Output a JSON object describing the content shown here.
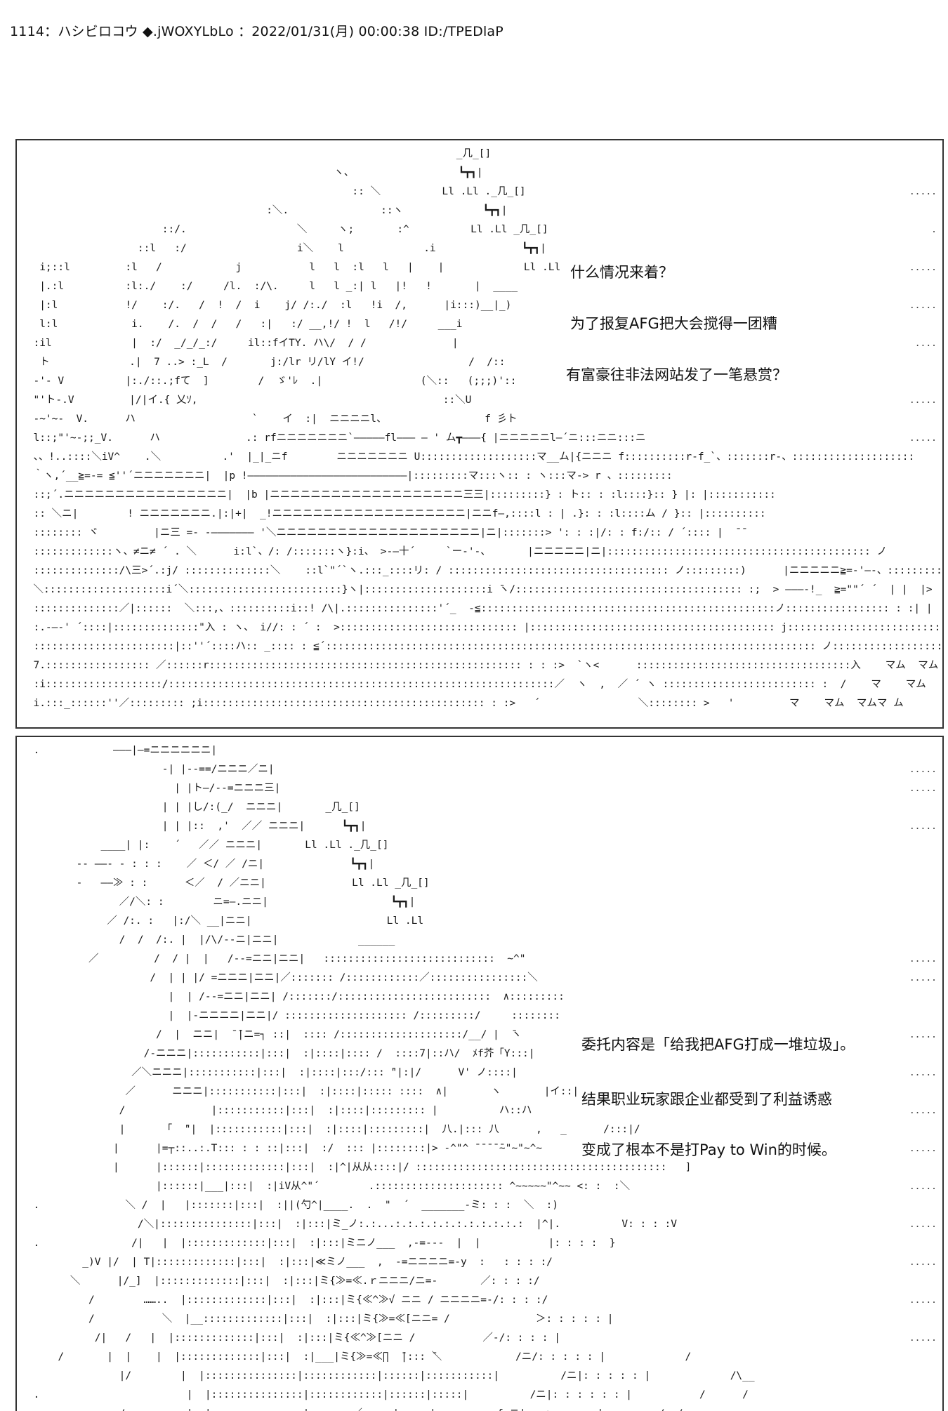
{
  "post": {
    "header": "1114：ハシビロコウ ◆.jWOXYLbLo ：2022/01/31(月) 00:00:38 ID:/TPEDlaP"
  },
  "panel1": {
    "dialogue": [
      "什么情况来着？",
      "为了报复AFG把大会搅得一团糟",
      "有富豪往非法网站发了一笔悬赏？"
    ],
    "ascii_art": "                                                                       _几_[]\n                                                   ヽ、                 ┗┳┓|\n                                                      :: ＼          Ll .Ll ._几_[]\n                                        :＼.               ::ヽ             ┗┳┓|\n                       ::/.                  ＼     ヽ;       :^          Ll .Ll _几_[]\n                   ::l   :/                  i＼    l             .i              ┗┳┓|\n   i;::l         :l   /            j           l   l  :l   l   |    |             Ll .Ll\n   |.:l          :l:./    :/     /l.  :/\\.     l   l _:| l   |!   !       |  ____\n   |:l           !/    :/.   /  !  /  i    j/ /:./  :l   !i  /,      |i:::)__|_)\n   l:l            i.    /.  /  /   /   :|   :/ __,!/ !  l   /!/     ___i\n  :il             |  :/  _/_/_:/     il::fイTY. ハ\\/  / /              |\n   ト             .|  7 ..> :_L  /       j:/lr リ/lY イ!/                 /  /::\n  -'- V          |:./::.;fて  ]        /  ゞ'ﾚ  .|                (＼::   (;;;)'::\n  \"'ト-.V         |/|イ.{ 乂ｿ,                                        ::＼U\n  -~'~-  V.      ハ                   `    イ  :|  ニニニニl、                f 彡ト\n  l::;\"'~-;;_V.      ハ              .: rfニニニニニニニ`―――――fl――― ― ' ム┳―――{ |ニニニニニl―´ニ:::ニニ:::ニ\n  、、!..::::＼iV^    .＼          .'  |_|_ニf        ニニニニニニニ U:::::::::::::::::::マ__ム|{ニニニ f::::::::::r-f_`、:::::::r-、::::::::::::::::::::\n  ｀ヽ,´__≧=-= ≦''´ニニニニニニニ|  |p !――――――――――――――――――――――――――|:::::::::マ:::ヽ:: : ヽ:::マ-> r 、:::::::::\n  ::;´.ニニニニニニニニニニニニニニニニ|  |b |ニニニニニニニニニニニニニニニニニニニ三三|:::::::::} : ト:: : :l::::}:: } |: |:::::::::::\n  :: ＼ニ|        ! ニニニニニニニ.|:|+|  _!ニニニニニニニニニニニニニニニニニニニ|ニニf―,::::l : | .}: : :l::::ム / }:: |::::::::::\n  :::::::: ヾ         |ニ三 =- -――――――― '＼ニニニニニニニニニニニニニニニニニニニニ|ニ|:::::::> ': : :|/: : f:/:: / ´:::: |  ̄ ̄\n  :::::::::::::ヽ、≠ニ≠ ´ . ＼      i:l`、/: /:::::::ヽ}:i、 >-―十´     `ー-'-、      |ニニニニニ|ニ|::::::::::::::::::::::::::::::::::::::::::: ノ\n  ::::::::::::::/\\三>´.:j/ ::::::::::::::＼    ::l`\"´`ヽ.:::_::::リ: / :::::::::::::::::::::::::::::::::::: ノ:::::::::)      |ニニニニニ≧=-'―-、:::::::::::::::::::::::: ″ ´\n  ＼::::::::::::::::::::i´＼:::::::::::::::::::::::::}ヽ|::::::::::::::::::::i ̄ヽ/::::::::::::::::::::::::::::::::::::: :;  > ―――-!_  ≧=\"\"´ ´  | |  |>   ´\n  ::::::::::::::／|::::::  ＼:::,、::::::::::i::! /\\|.:::::::::::::::'´_  -≦::::::::::::::::::::::::::::::::::::::::::::::::ノ::::::::::::::::: : :| |  |  |  |  |  |  |\n  :.-―-' ´::::|::::::::::::::\"入 : ヽ、 i//: : ´ :  >::::::::::::::::::::::::::::: |:::::::::::::::::::::::::::::::::::::::: j:::::::::::::::::::::::::::::::::: |  |  |  |  |  |  |  |\n  :::::::::::::::::::::::|::''´::::ハ:: _:::: : ≦´:::::::::::::::::::::::::::::::::::::::::::::::::::::::::::::::::::::::::::::::: ノ:::::::::::::::::::::::::::: |  |  |  |  |  |  |  ム\n  7.::::::::::::::::: ／::::::r::::::::::::::::::::::::::::::::::::::::::::::::::: : : :>  `ヽ<      :::::::::::::::::::::::::::::::::::入    マム  マム  マ.ム\n  :i:::::::::::::::::::/:::::::::::::::::::::::::::::::::::::::::::::::::::::::::::::::／  ヽ  ,  ／ ´ ヽ ::::::::::::::::::::::::: :  /    マ    マム   マム マ .ム\n  i.:::_::::::''／::::::::: ;i:::::::::::::::::::::::::::::::::::::::::::::: : :>   ´                ＼:::::::: >   '         マ    マム  マムマ ム",
    "dots_right": "\n\n.....\n\n.\n\n.....\n\n.....\n\n....\n\n\n.....\n\n.....\n\n\n\n\n\n\n\n\n\n\n"
  },
  "panel2": {
    "dialogue": [
      "委托内容是「给我把AFG打成一堆垃圾」。",
      "结果职业玩家跟企业都受到了利益诱惑",
      "变成了根本不是打Pay to Win的时候。"
    ],
    "ascii_art": "  .            ―――|―=ニニニニニニ|\n                       -| |--==/ニニニ／ニ|\n                         | |ト―/--=ニニニ三|\n                       | | |し/:(_/  ニニニ|       _几_[]\n                       | | |::  ,'  ／／ ニニニ|      ┗┳┓|\n             ____| |:    ´   ／／ ニニニ|       Ll .Ll ._几_[]\n         -- ――- - : : :    ／ ＜/ ／ /ニ|              ┗┳┓|\n         -   ――≫ : :      ＜／  / ／ニニ|              Ll .Ll _几_[]\n                ／/＼: :        ニ=―.ニニ|                    ┗┳┓|\n              ／ /:. :   |:/＼ __|ニニ|                      Ll .Ll\n                /  /  /:. |  |/\\/--ニ|ニニ|             ______\n           ／         /  / |  |   /--=ニニ|ニニ|   ::::::::::::::::::::::::::::  ~^\"\n                     /  | | |/ =ニニニ|ニニ|／::::::: /::::::::::::／::::::::::::::::＼\n                        |  | /--=ニニ|ニニ| /:::::::/:::::::::::::::::::::::::  ∧:::::::::\n                        |  |-ニニニニ|ニニ|/ :::::::::::::::::::: /:::::::::/     ::::::::\n                      /  |  ニニ|  ̄ ̄|ニ=┐ ::|  :::: /::::::::::::::::::::/__/ |  ̄ヽ\n                    /-ニニニ|:::::::::::|:::|  :|::::|:::: /  ::::7|::ハ/  ﾒf芥「Y:::|\n                  ／＼ニニニ|:::::::::::|:::|  :|::::|:::/::: ̄\"|:|/      V' ノ::::|\n                 ／      ニニニ|:::::::::::|:::|  :|::::|::::: ::::  ∧|       ヽ       |イ::|\n                /              |:::::::::::|:::|  :|::::|::::::::: |          ハ::ハ\n                |      「  ̄\"|  |:::::::::::|:::|  :|::::|:::::::::|  八.|::: 八      ,   _      /:::|/\n               |      |=┬::..:.T::: : : ::|:::|  :/  ::: |::::::::|> -^\"^ ̄ ̄ ̄ ̄ ̄~\"~\"~^~\n               |      |::::::|:::::::::::::|:::|  :|^|从从::::|/ :::::::::::::::::::::::::::::::::::::::::   ]\n                      |::::::|___|:::|  :|iV从^\"´        .::::::::::::::::::::: ^~~~~~\"^~~ <: :  :＼\n  .              ＼ /  |   |:::::::|:::|  :||(勺^|____.  .  \"  ´  _______-ミ: : :  ＼  :)\n                   /＼|:::::::::::::::|:::|  :|:::|ミ_ノ:.:...:.:.:.:.:.:.:.:.:.:.:  |^|.          V: : : :V\n  .               /|   |  |:::::::::::::|:::|  :|:::|ミニノ___  ,-=---  |  |           |: : : :  }\n          _)V |/  | T|:::::::::::::|:::|  :|:::|≪ミノ___  ,  -=ニニニニ=-y  :   : : : :/\n        ＼      |/_]  |:::::::::::::|:::|  :|:::|ミ{≫=≪.ｒニニニ/ニ=-       ／: : : :/\n           /        ……..  |:::::::::::::|:::|  :|:::|ミ{≪^≫√ ニニ / ニニニニ=-/: : : :/\n           /           ＼  |__:::::::::::::|:::|  :|:::|ミ{≫=≪[ニニ= /              ＞: : : : : |\n            /|   /   |  |:::::::::::::|:::|  :|:::|ミ{≪^≫[ニニ /           ／-/: : : : |\n      /       |  |    |  |:::::::::::::|:::|  :|___|ミ{≫=≪∏  ̄|::: ̄＼            /ニ/: : : : : |             /\n                |/        |  |:::::::::::::::|::::::::::::|::::::|:::::::::::|          /ニ|: : : : : |             /\\__\n  .                        |  |:::::::::::::::|::::::::::::|::::::|:::::|          /ニ|: : : : : : |           /      /\n                /          |  |:::::::::::::::|:::::::／:::::|:::::|          f ニ|: :ヽ : : : |         /  /",
    "dots_right": "\n.....\n.....\n\n.....\n\n\n\n\n\n\n.....\n.....\n\n\n.....\n\n.....\n\n.....\n\n.....\n\n.....\n\n.....\n\n.....\n\n.....\n\n.....\n\n\n\n....."
  }
}
